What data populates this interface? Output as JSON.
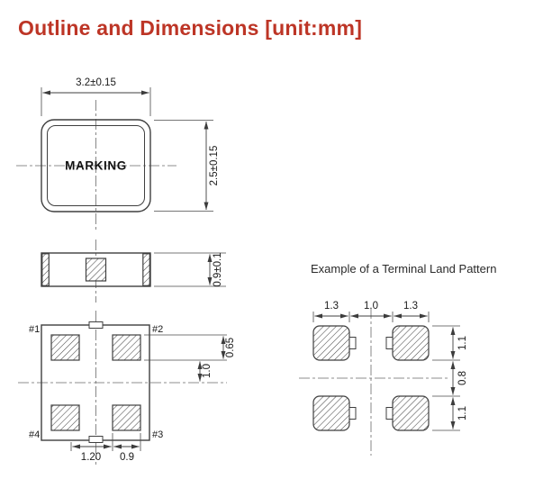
{
  "title": "Outline and Dimensions [unit:mm]",
  "colors": {
    "title_red": "#bd3526",
    "line": "#3f3f3f"
  },
  "top_view": {
    "marking_label": "MARKING",
    "dim_width": "3.2±0.15",
    "dim_height": "2.5±0.15"
  },
  "side_view": {
    "dim_thickness": "0.9±0.1"
  },
  "bottom_view": {
    "pad_labels": {
      "p1": "#1",
      "p2": "#2",
      "p3": "#3",
      "p4": "#4"
    },
    "dim_pad_height": "0.65",
    "dim_center_offset": "1.0",
    "dim_pad_width": "1.20",
    "dim_pad_gap": "0.9"
  },
  "land_pattern": {
    "caption": "Example of a Terminal Land Pattern",
    "dim_top": [
      "1.3",
      "1.0",
      "1.3"
    ],
    "dim_right": [
      "1.1",
      "0.8",
      "1.1"
    ]
  }
}
